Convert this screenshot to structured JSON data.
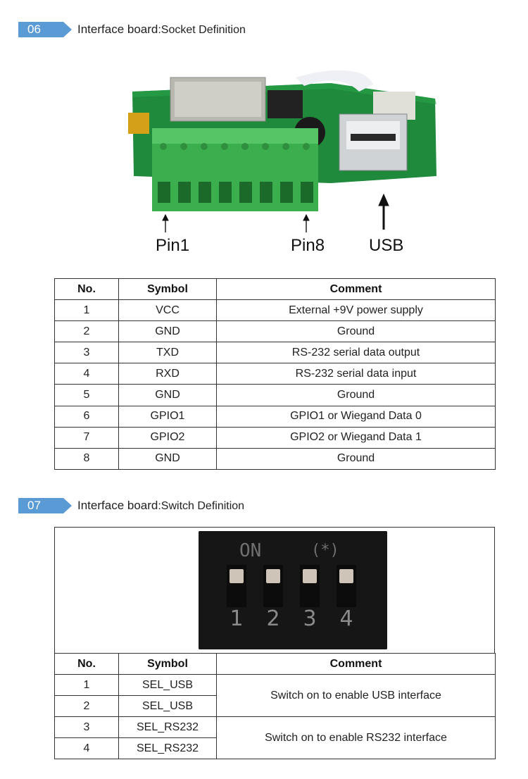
{
  "section1": {
    "number": "06",
    "title_a": "Interface board",
    "title_b": ":Socket Definition",
    "labels": {
      "pin1": "Pin1",
      "pin8": "Pin8",
      "usb": "USB"
    },
    "table": {
      "headers": [
        "No.",
        "Symbol",
        "Comment"
      ],
      "rows": [
        [
          "1",
          "VCC",
          "External +9V power supply"
        ],
        [
          "2",
          "GND",
          "Ground"
        ],
        [
          "3",
          "TXD",
          "RS-232 serial data output"
        ],
        [
          "4",
          "RXD",
          "RS-232 serial data input"
        ],
        [
          "5",
          "GND",
          "Ground"
        ],
        [
          "6",
          "GPIO1",
          "GPIO1 or Wiegand Data 0"
        ],
        [
          "7",
          "GPIO2",
          "GPIO2 or Wiegand Data 1"
        ],
        [
          "8",
          "GND",
          "Ground"
        ]
      ]
    }
  },
  "section2": {
    "number": "07",
    "title_a": "Interface board",
    "title_b": ":Switch Definition",
    "dip": {
      "on_label": "ON",
      "mark": "(*)",
      "switch_numbers": [
        "1",
        "2",
        "3",
        "4"
      ]
    },
    "table": {
      "headers": [
        "No.",
        "Symbol",
        "Comment"
      ],
      "rows": [
        [
          "1",
          "SEL_USB"
        ],
        [
          "2",
          "SEL_USB"
        ],
        [
          "3",
          "SEL_RS232"
        ],
        [
          "4",
          "SEL_RS232"
        ]
      ],
      "merged_comments": [
        "Switch on to enable USB interface",
        "Switch on to enable RS232 interface"
      ]
    }
  }
}
